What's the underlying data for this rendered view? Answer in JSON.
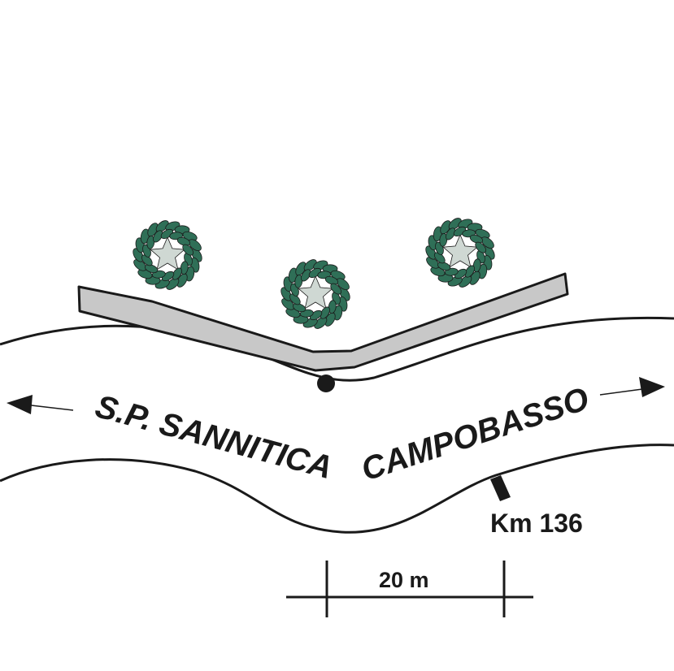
{
  "road": {
    "name_left": "S.P. SANNITICA",
    "name_right": "CAMPOBASSO"
  },
  "milestone": {
    "label": "Km 136"
  },
  "scale": {
    "label": "20 m"
  },
  "colors": {
    "line": "#1a1a1a",
    "barrier": "#c8c8c8",
    "tree_dark": "#2f6f57",
    "tree_light": "#cfd8d3"
  },
  "icons": [
    "tree-icon",
    "point-marker-icon",
    "arrow-left-icon",
    "arrow-right-icon"
  ]
}
